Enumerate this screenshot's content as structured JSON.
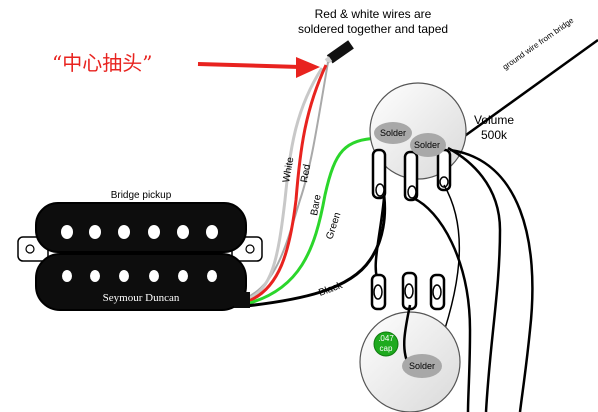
{
  "annotation": {
    "chinese_label": "“中心抽头”",
    "chinese_color": "#e8231f",
    "arrow_color": "#e8231f"
  },
  "top_note": {
    "line1": "Red & white wires are",
    "line2": "soldered together and taped"
  },
  "ground_wire_label": "ground wire from bridge",
  "volume": {
    "name": "Volume",
    "value": "500k",
    "solder_left": "Solder",
    "solder_right": "Solder"
  },
  "pickup": {
    "title": "Bridge pickup",
    "brand": "Seymour Duncan"
  },
  "wires": {
    "white": "White",
    "red": "Red",
    "bare": "Bare",
    "green": "Green",
    "black": "Black"
  },
  "tone": {
    "cap_value": ".047",
    "cap_unit": "cap",
    "solder": "Solder"
  },
  "colors": {
    "red_wire": "#e8231f",
    "green_wire": "#2bd62b",
    "cap_green": "#1eaa1e",
    "pot_fill": "#f1f1f1",
    "solder_fill": "#a8a8a8",
    "pickup_body": "#0d0d0d"
  }
}
